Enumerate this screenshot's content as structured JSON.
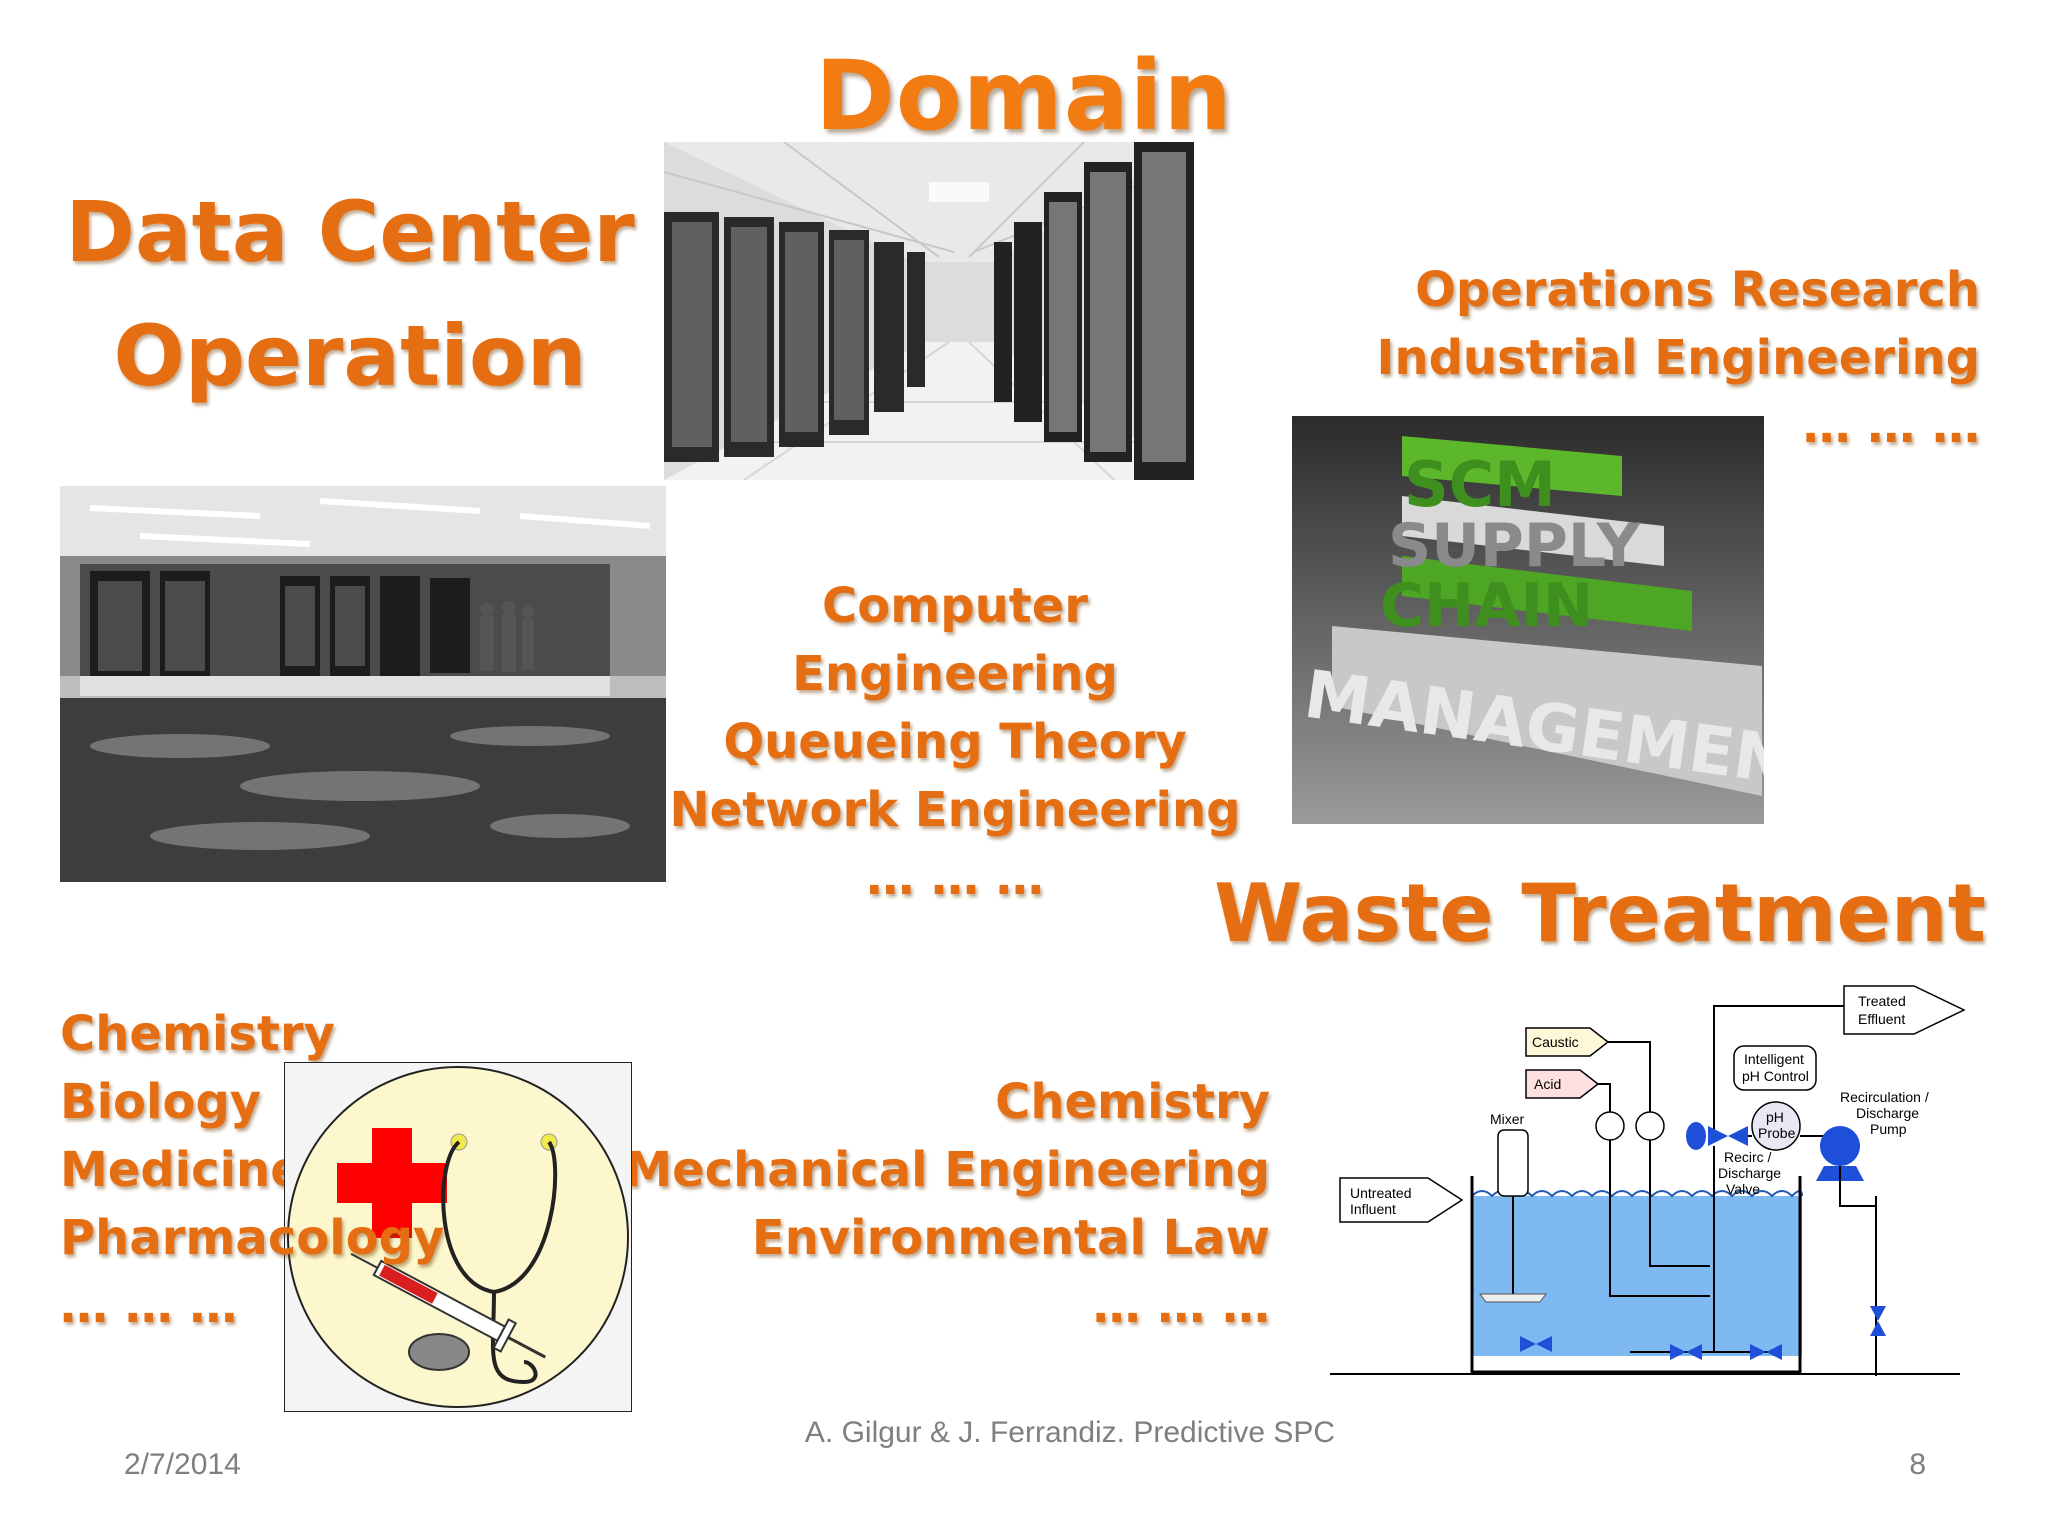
{
  "slide": {
    "title": "Domain",
    "data_center": {
      "heading_line1": "Data Center",
      "heading_line2": "Operation"
    },
    "ops_research": {
      "lines": [
        "Operations Research",
        "Industrial Engineering",
        "… … …"
      ]
    },
    "computer": {
      "lines": [
        "Computer Engineering",
        "Queueing Theory",
        "Network Engineering",
        "… … …"
      ]
    },
    "waste": {
      "heading": "Waste Treatment"
    },
    "medical": {
      "lines": [
        "Chemistry",
        "Biology",
        "Medicine",
        "Pharmacology",
        "… … …"
      ]
    },
    "waste_fields": {
      "lines": [
        "Chemistry",
        "Mechanical Engineering",
        "Environmental Law",
        "… … …"
      ]
    },
    "scm_image": {
      "words": [
        "SCM",
        "SUPPLY",
        "CHAIN",
        "MANAGEMENT"
      ]
    },
    "diagram": {
      "labels": {
        "treated": [
          "Treated",
          "Effluent"
        ],
        "caustic": "Caustic",
        "acid": "Acid",
        "intelligent": [
          "Intelligent",
          "pH Control"
        ],
        "recirc_pump": [
          "Recirculation /",
          "Discharge",
          "Pump"
        ],
        "mixer": "Mixer",
        "ph_probe": [
          "pH",
          "Probe"
        ],
        "recirc_valve": [
          "Recirc /",
          "Discharge",
          "Valve"
        ],
        "untreated": [
          "Untreated",
          "Influent"
        ]
      }
    },
    "footer": {
      "date": "2/7/2014",
      "center": "A. Gilgur & J. Ferrandiz.  Predictive SPC",
      "page": "8"
    }
  }
}
